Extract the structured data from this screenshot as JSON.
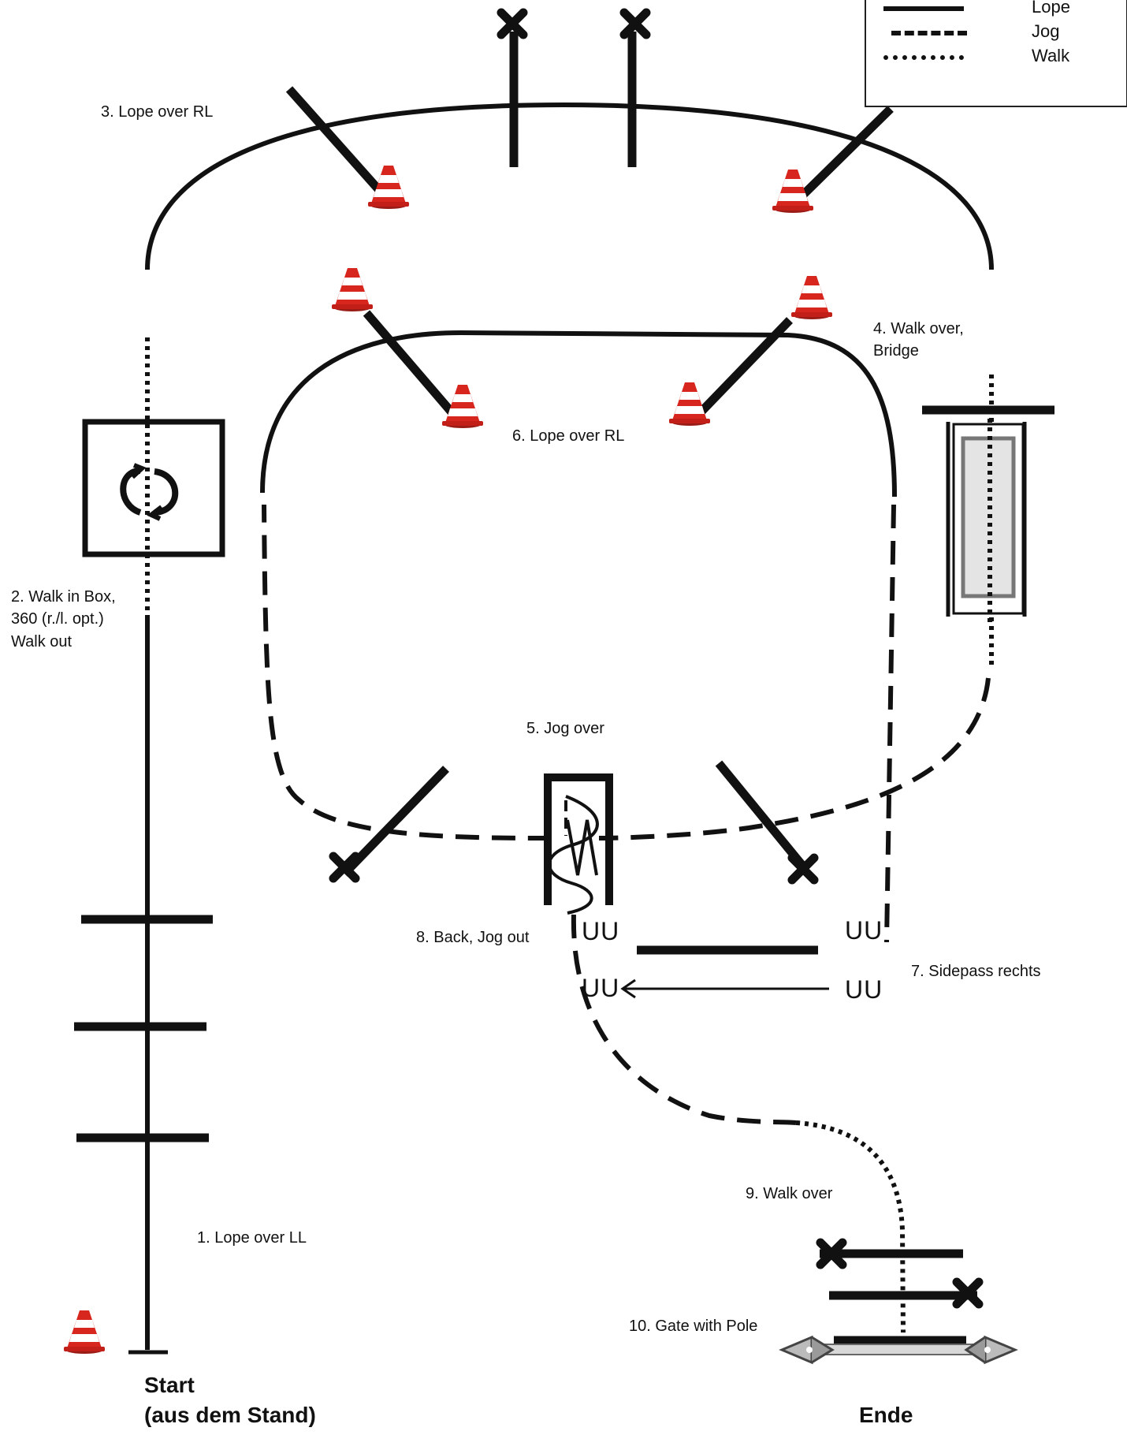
{
  "legend": {
    "items": [
      {
        "label": "Lope",
        "style": "solid"
      },
      {
        "label": "Jog",
        "style": "dashed"
      },
      {
        "label": "Walk",
        "style": "dotted"
      }
    ]
  },
  "obstacles": {
    "o1": "1. Lope over LL",
    "o2_l1": "2. Walk in Box,",
    "o2_l2": "360 (r./l. opt.)",
    "o2_l3": "Walk out",
    "o3": "3. Lope over RL",
    "o4_l1": "4. Walk over,",
    "o4_l2": "Bridge",
    "o5": "5. Jog over",
    "o6": "6. Lope over RL",
    "o7": "7. Sidepass rechts",
    "o8": "8. Back, Jog out",
    "o9": "9. Walk over",
    "o10": "10. Gate with Pole"
  },
  "start": {
    "line1": "Start",
    "line2": "(aus dem Stand)"
  },
  "end": {
    "label": "Ende"
  },
  "sidepass_marks": {
    "a": "UU",
    "b": "UU",
    "c": "UU",
    "d": "UU"
  },
  "icons": [
    "traffic-cone-icon",
    "x-mark-icon",
    "rotate-arrows-icon",
    "gate-hinge-icon"
  ],
  "colors": {
    "ink": "#111111",
    "cone_red": "#d7261e",
    "cone_white": "#ffffff",
    "bridge_fill": "#e4e4e4",
    "gate_gray": "#9a9a9a"
  }
}
